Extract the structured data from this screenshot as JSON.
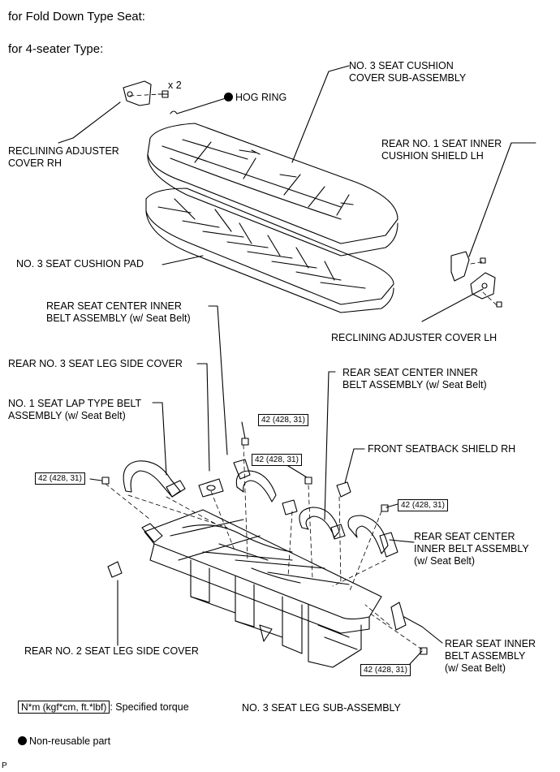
{
  "headings": {
    "fold_down": "for Fold Down Type Seat:",
    "four_seater": "for 4-seater Type:"
  },
  "labels": {
    "cushion_cover": "NO. 3 SEAT CUSHION\nCOVER SUB-ASSEMBLY",
    "hog_ring": "HOG RING",
    "x2": "x 2",
    "recl_cover_rh": "RECLINING ADJUSTER\nCOVER RH",
    "shield_lh": "REAR NO. 1 SEAT INNER\nCUSHION SHIELD LH",
    "cushion_pad": "NO. 3 SEAT CUSHION PAD",
    "center_inner_belt_1": "REAR SEAT CENTER INNER\nBELT ASSEMBLY (w/ Seat Belt)",
    "recl_cover_lh": "RECLINING ADJUSTER COVER LH",
    "leg_side_cover_3": "REAR NO. 3 SEAT LEG SIDE COVER",
    "center_inner_belt_2": "REAR SEAT CENTER INNER\nBELT ASSEMBLY (w/ Seat Belt)",
    "lap_belt": "NO. 1 SEAT LAP TYPE BELT\nASSEMBLY (w/ Seat Belt)",
    "front_shield_rh": "FRONT SEATBACK SHIELD RH",
    "center_inner_belt_3": "REAR SEAT CENTER\nINNER BELT ASSEMBLY\n(w/ Seat Belt)",
    "leg_side_cover_2": "REAR NO. 2 SEAT LEG SIDE COVER",
    "inner_belt": "REAR SEAT INNER\nBELT ASSEMBLY\n(w/ Seat Belt)",
    "seat_leg": "NO. 3 SEAT LEG SUB-ASSEMBLY"
  },
  "torque": {
    "t1": "42 (428, 31)",
    "t2": "42 (428, 31)",
    "t3": "42 (428, 31)",
    "t4": "42 (428, 31)",
    "t5": "42 (428, 31)"
  },
  "legend": {
    "torque_unit": "N*m (kgf*cm, ft.*lbf)",
    "torque_desc": ": Specified torque",
    "non_reusable": "Non-reusable part"
  },
  "footer_code": "P"
}
